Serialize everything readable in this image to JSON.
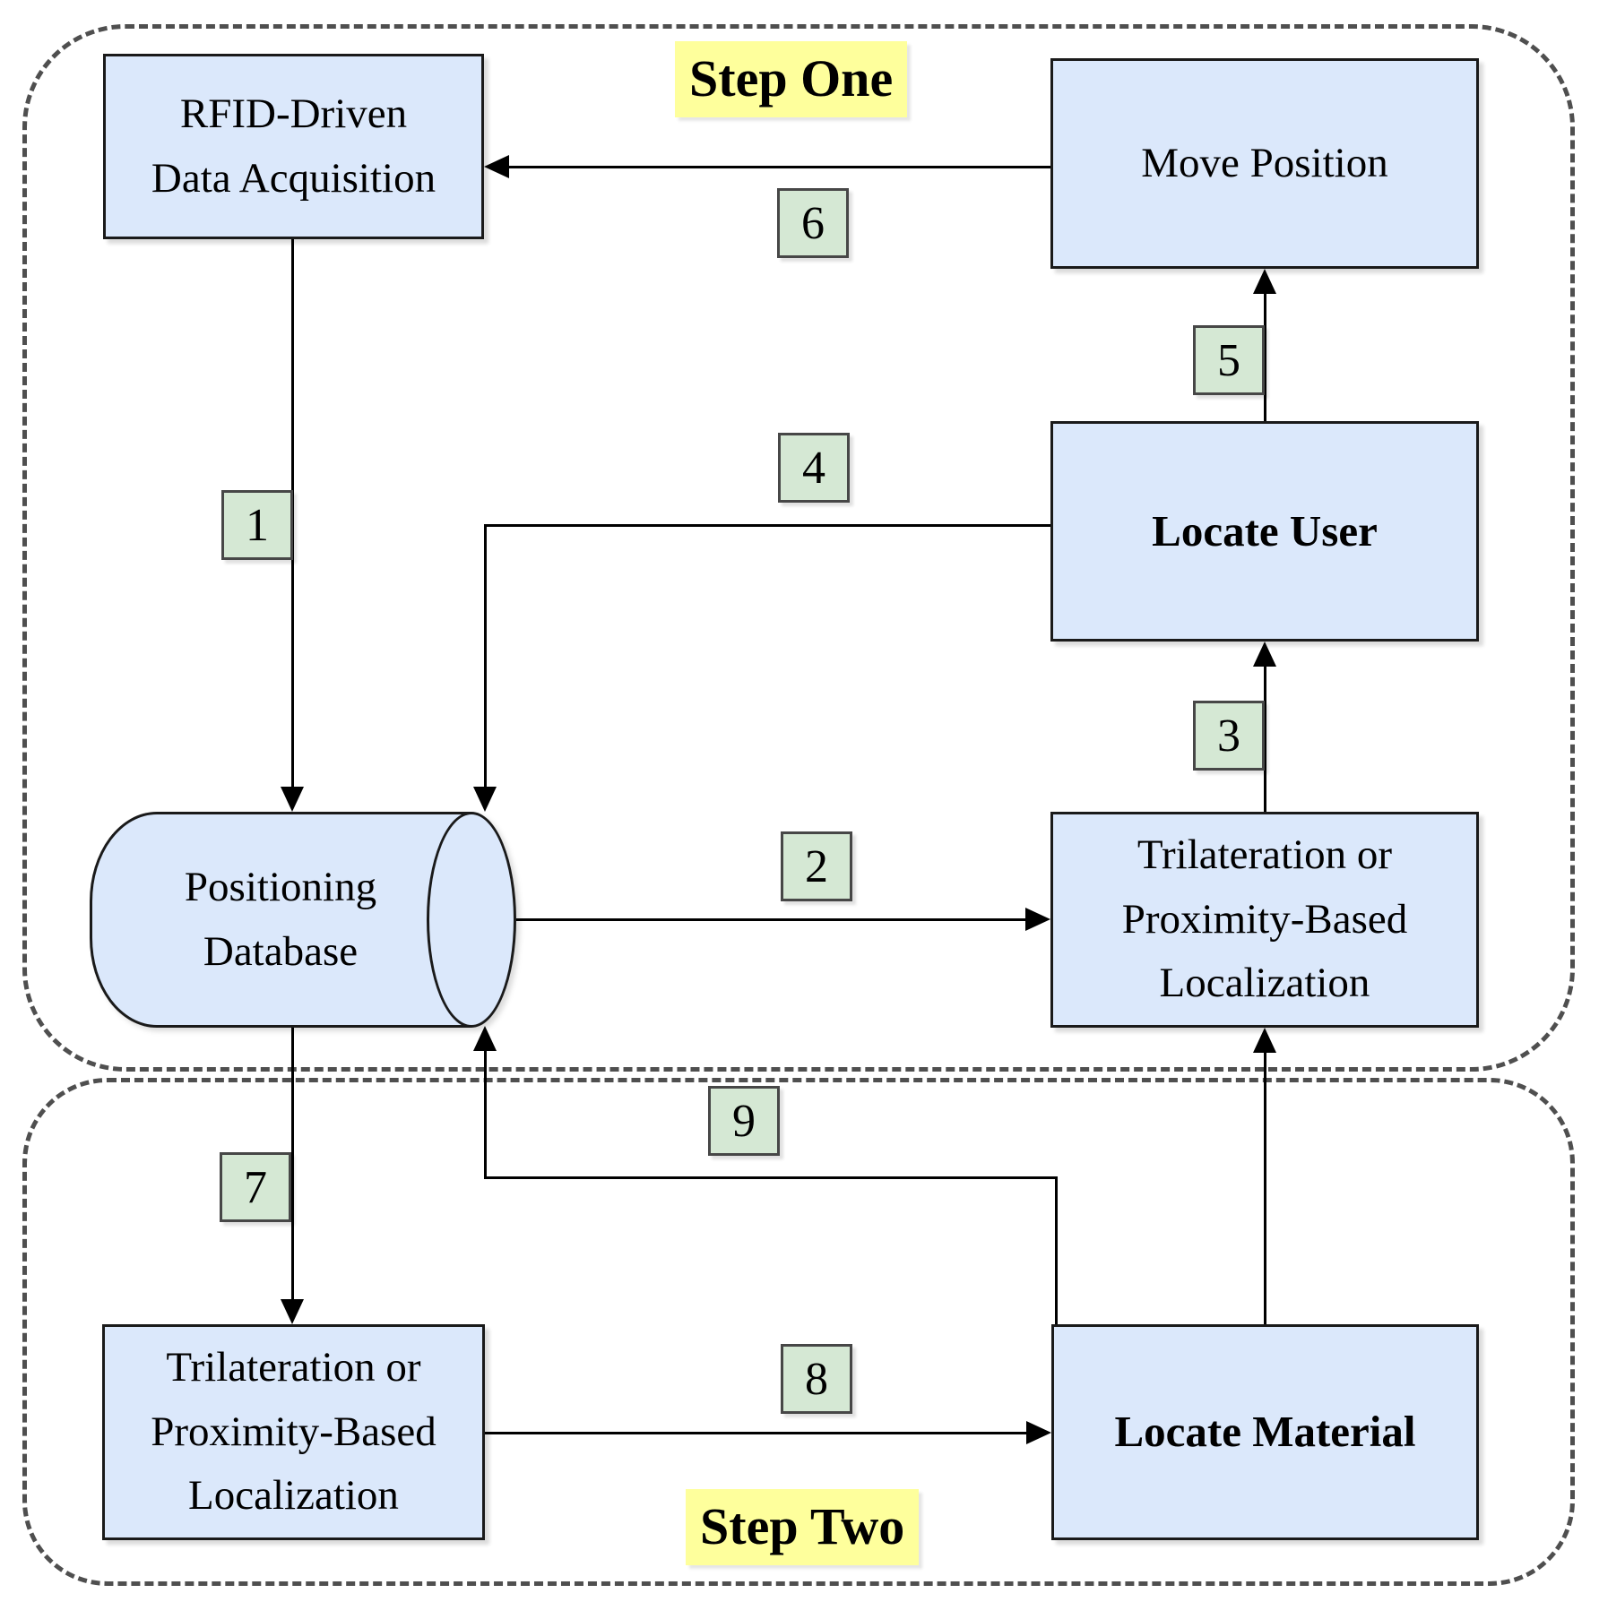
{
  "colors": {
    "box_fill": "#dbe8fb",
    "box_border": "#1a1a1a",
    "number_fill": "#d5e8d4",
    "number_border": "#474747",
    "highlight_yellow": "#feff9c",
    "dashed_border": "#4f4f4f",
    "line": "#000000",
    "text": "#000000"
  },
  "sections": {
    "step_one": {
      "label": "Step One"
    },
    "step_two": {
      "label": "Step Two"
    }
  },
  "nodes": {
    "rfid": {
      "line1": "RFID-Driven",
      "line2": "Data Acquisition"
    },
    "move_position": {
      "label": "Move Position"
    },
    "locate_user": {
      "label": "Locate User"
    },
    "trilateration_step_one": {
      "line1": "Trilateration or",
      "line2": "Proximity-Based",
      "line3": "Localization"
    },
    "database": {
      "line1": "Positioning",
      "line2": "Database"
    },
    "trilateration_step_two": {
      "line1": "Trilateration or",
      "line2": "Proximity-Based",
      "line3": "Localization"
    },
    "locate_material": {
      "label": "Locate Material"
    }
  },
  "edge_labels": {
    "1": "1",
    "2": "2",
    "3": "3",
    "4": "4",
    "5": "5",
    "6": "6",
    "7": "7",
    "8": "8",
    "9": "9"
  }
}
